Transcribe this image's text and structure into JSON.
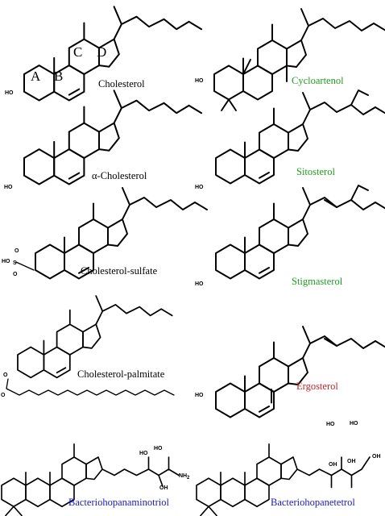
{
  "colors": {
    "black": "#000000",
    "green": "#1f9e1f",
    "red": "#c0272d",
    "blue": "#1a1ac8"
  },
  "ring_labels": {
    "a": "A",
    "b": "B",
    "c": "C",
    "d": "D"
  },
  "atoms": {
    "ho": "HO",
    "ho2": "HO",
    "oh": "OH",
    "nh2": "NH",
    "nh2_sub": "2",
    "o": "O",
    "s": "S"
  },
  "molecules": {
    "cholesterol": "Cholesterol",
    "cycloartenol": "Cycloartenol",
    "alpha_cholesterol": "α-Cholesterol",
    "sitosterol": "Sitosterol",
    "cholesterol_sulfate": "Cholesterol-sulfate",
    "stigmasterol": "Stigmasterol",
    "cholesterol_palmitate": "Cholesterol-palmitate",
    "ergosterol": "Ergosterol",
    "bacteriohopanaminotriol": "Bacteriohopanaminotriol",
    "bacteriohopanetetrol": "Bacteriohopanetetrol"
  }
}
